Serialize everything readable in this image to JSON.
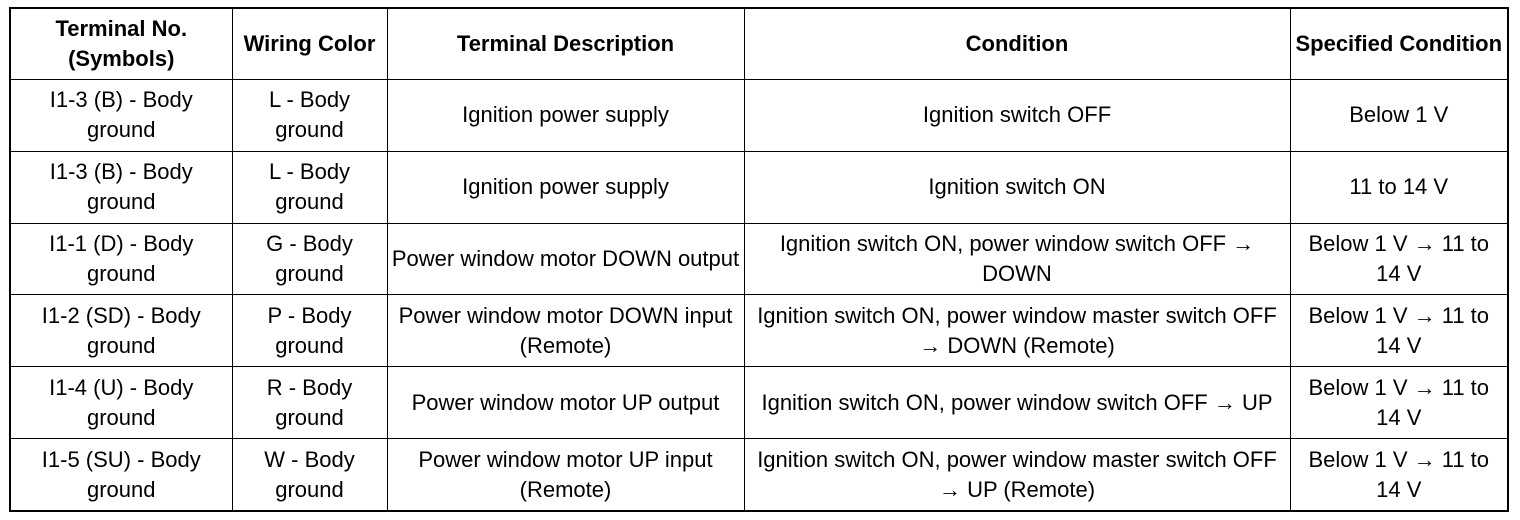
{
  "table": {
    "headers": [
      "Terminal No. (Symbols)",
      "Wiring Color",
      "Terminal Description",
      "Condition",
      "Specified Condition"
    ],
    "rows": [
      [
        "I1-3 (B) - Body ground",
        "L - Body ground",
        "Ignition power supply",
        "Ignition switch OFF",
        "Below 1 V"
      ],
      [
        "I1-3 (B) - Body ground",
        "L - Body ground",
        "Ignition power supply",
        "Ignition switch ON",
        "11 to 14 V"
      ],
      [
        "I1-1 (D) - Body ground",
        "G - Body ground",
        "Power window motor DOWN output",
        "Ignition switch ON, power window switch OFF → DOWN",
        "Below 1 V → 11 to 14 V"
      ],
      [
        "I1-2 (SD) - Body ground",
        "P - Body ground",
        "Power window motor DOWN input (Remote)",
        "Ignition switch ON, power window master switch OFF → DOWN (Remote)",
        "Below 1 V → 11 to 14 V"
      ],
      [
        "I1-4 (U) - Body ground",
        "R - Body ground",
        "Power window motor UP output",
        "Ignition switch ON, power window switch OFF → UP",
        "Below 1 V → 11 to 14 V"
      ],
      [
        "I1-5 (SU) - Body ground",
        "W - Body ground",
        "Power window motor UP input (Remote)",
        "Ignition switch ON, power window master switch OFF → UP (Remote)",
        "Below 1 V → 11 to 14 V"
      ]
    ]
  }
}
